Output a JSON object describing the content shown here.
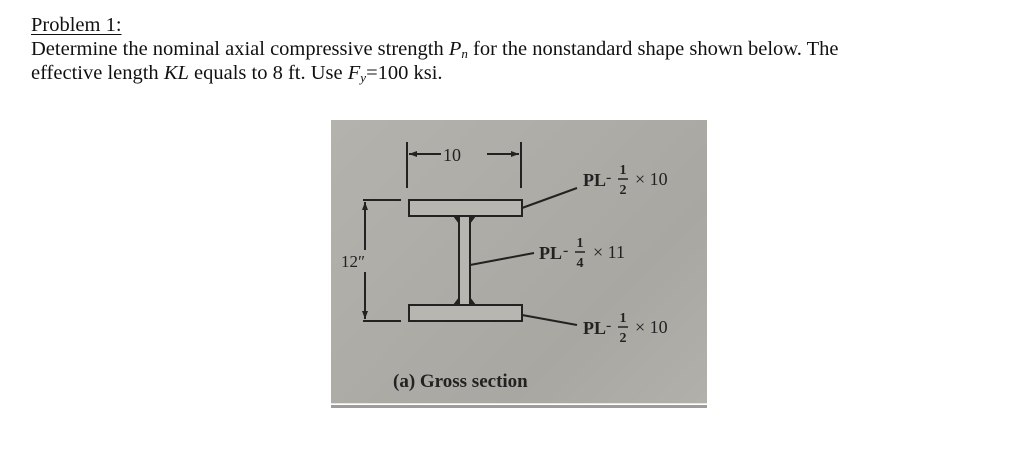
{
  "problem": {
    "heading": "Problem 1:",
    "line1_pre": "Determine the nominal axial compressive strength ",
    "line1_sym": "P",
    "line1_sub": "n",
    "line1_post": " for the nonstandard shape shown below. The",
    "line2_pre": "effective length ",
    "line2_sym": "KL",
    "line2_mid": " equals to 8 ft. Use ",
    "line2_fy": "F",
    "line2_fy_sub": "y",
    "line2_post": "=100 ksi."
  },
  "figure": {
    "width_dim": "10",
    "height_dim": "12″",
    "top_flange": {
      "plate": "PL",
      "thick_num": "1",
      "thick_den": "2",
      "times": "× 10"
    },
    "web": {
      "plate": "PL",
      "thick_num": "1",
      "thick_den": "4",
      "times": "× 11"
    },
    "bottom_flange": {
      "plate": "PL",
      "thick_num": "1",
      "thick_den": "2",
      "times": "× 10"
    },
    "caption": "(a) Gross section",
    "colors": {
      "paper": "#afada7",
      "ink": "#222222"
    }
  }
}
